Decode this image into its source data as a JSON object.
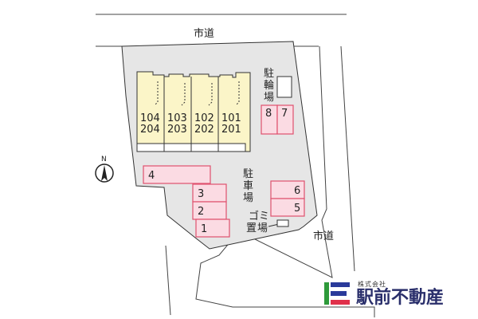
{
  "roads": {
    "north": "市道",
    "east": "市道"
  },
  "units": [
    {
      "top": "104",
      "bottom": "204"
    },
    {
      "top": "103",
      "bottom": "203"
    },
    {
      "top": "102",
      "bottom": "202"
    },
    {
      "top": "101",
      "bottom": "201"
    }
  ],
  "bicycle_parking": [
    "駐",
    "輪",
    "場"
  ],
  "car_parking": [
    "駐",
    "車",
    "場"
  ],
  "garbage": {
    "line1": [
      "ゴ",
      "ミ"
    ],
    "line2": [
      "置",
      "場"
    ]
  },
  "parking_spaces": [
    "1",
    "2",
    "3",
    "4",
    "5",
    "6",
    "7",
    "8"
  ],
  "compass": {
    "label": "N"
  },
  "logo": {
    "kabushiki": "株式会社",
    "name": "駅前不動産"
  },
  "colors": {
    "parking_border": "#e0506e",
    "parking_fill": "#fbdbe3",
    "building_fill": "#fbf5c8",
    "site_fill": "#e6e6e6",
    "logo_green": "#2e9a3a",
    "logo_blue": "#2a3a9a",
    "logo_red": "#e0304a"
  }
}
